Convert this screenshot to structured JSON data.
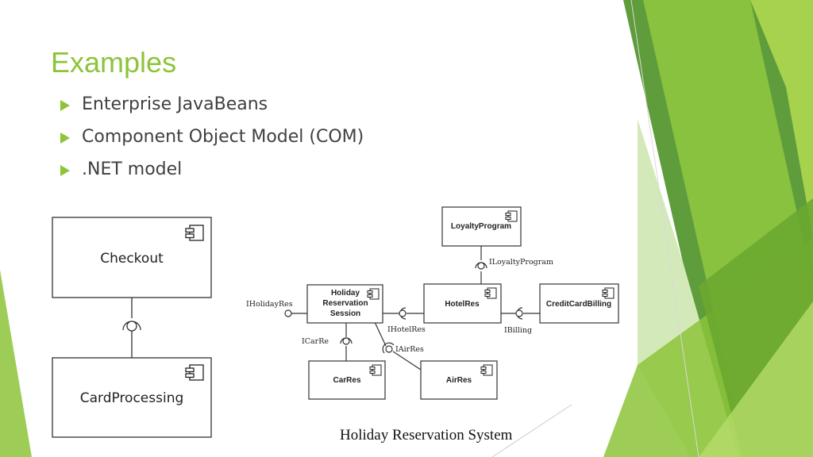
{
  "slide": {
    "title": "Examples",
    "bullets": [
      "Enterprise JavaBeans",
      "Component Object Model (COM)",
      ".NET model"
    ],
    "caption": "Holiday Reservation System"
  },
  "diagram_left": {
    "components": [
      "Checkout",
      "CardProcessing"
    ]
  },
  "diagram_right": {
    "components": {
      "loyalty": "LoyaltyProgram",
      "holiday_line1": "Holiday",
      "holiday_line2": "Reservation",
      "holiday_line3": "Session",
      "hotel": "HotelRes",
      "credit": "CreditCardBilling",
      "car": "CarRes",
      "air": "AirRes"
    },
    "interfaces": {
      "loyalty": "ILoyaltyProgram",
      "holiday": "IHolidayRes",
      "hotel": "IHotelRes",
      "billing": "IBilling",
      "car": "ICarRe",
      "air": "IAirRes"
    }
  },
  "colors": {
    "accent": "#8cc43a",
    "text": "#404040"
  }
}
